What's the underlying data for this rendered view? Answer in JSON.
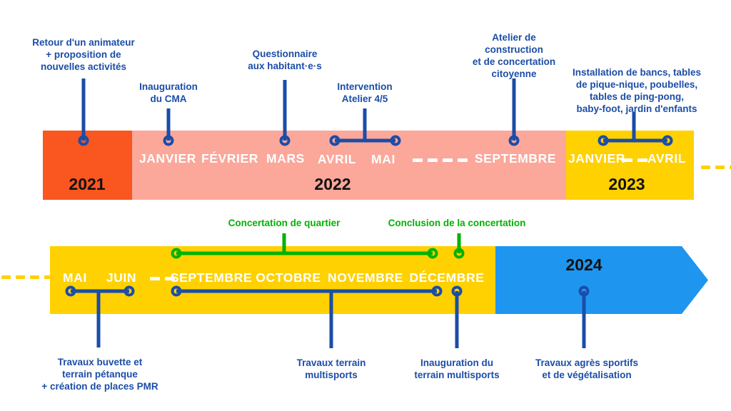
{
  "colors": {
    "orange": "#FA5620",
    "pink": "#FBA79A",
    "yellow": "#FFD100",
    "blue": "#1B4DA8",
    "bright_blue": "#1E96F0",
    "green": "#00B200",
    "white": "#FFFFFF",
    "black": "#111111"
  },
  "row1": {
    "segments": [
      {
        "year": "2021",
        "color": "#FA5620"
      },
      {
        "year": "2022",
        "color": "#FBA79A"
      },
      {
        "year": "2023",
        "color": "#FFD100"
      }
    ],
    "months": [
      {
        "label": "JANVIER"
      },
      {
        "label": "FÉVRIER"
      },
      {
        "label": "MARS"
      },
      {
        "label": "AVRIL"
      },
      {
        "label": "MAI"
      },
      {
        "label": "SEPTEMBRE"
      },
      {
        "label": "JANVIER"
      },
      {
        "label": "AVRIL"
      }
    ],
    "callouts": [
      {
        "text": "Retour d'un animateur\n+ proposition de\nnouvelles activités",
        "color": "#1B4DA8"
      },
      {
        "text": "Inauguration\ndu CMA",
        "color": "#1B4DA8"
      },
      {
        "text": "Questionnaire\naux habitant·e·s",
        "color": "#1B4DA8"
      },
      {
        "text": "Intervention\nAtelier 4/5",
        "color": "#1B4DA8"
      },
      {
        "text": "Atelier de\nconstruction\net de concertation\ncitoyenne",
        "color": "#1B4DA8"
      },
      {
        "text": "Installation de bancs, tables\nde pique-nique, poubelles,\ntables de ping-pong,\nbaby-foot, jardin d'enfants",
        "color": "#1B4DA8"
      }
    ]
  },
  "row2": {
    "segments": [
      {
        "color": "#FFD100"
      },
      {
        "year": "2024",
        "color": "#1E96F0"
      }
    ],
    "months": [
      {
        "label": "MAI"
      },
      {
        "label": "JUIN"
      },
      {
        "label": "SEPTEMBRE"
      },
      {
        "label": "OCTOBRE"
      },
      {
        "label": "NOVEMBRE"
      },
      {
        "label": "DÉCEMBRE"
      }
    ],
    "callouts_top": [
      {
        "text": "Concertation de quartier",
        "color": "#00B200"
      },
      {
        "text": "Conclusion de la concertation",
        "color": "#00B200"
      }
    ],
    "callouts_bottom": [
      {
        "text": "Travaux buvette et\nterrain pétanque\n+ création de places PMR",
        "color": "#1B4DA8"
      },
      {
        "text": "Travaux terrain\nmultisports",
        "color": "#1B4DA8"
      },
      {
        "text": "Inauguration du\nterrain multisports",
        "color": "#1B4DA8"
      },
      {
        "text": "Travaux agrès sportifs\net de végétalisation",
        "color": "#1B4DA8"
      }
    ]
  }
}
